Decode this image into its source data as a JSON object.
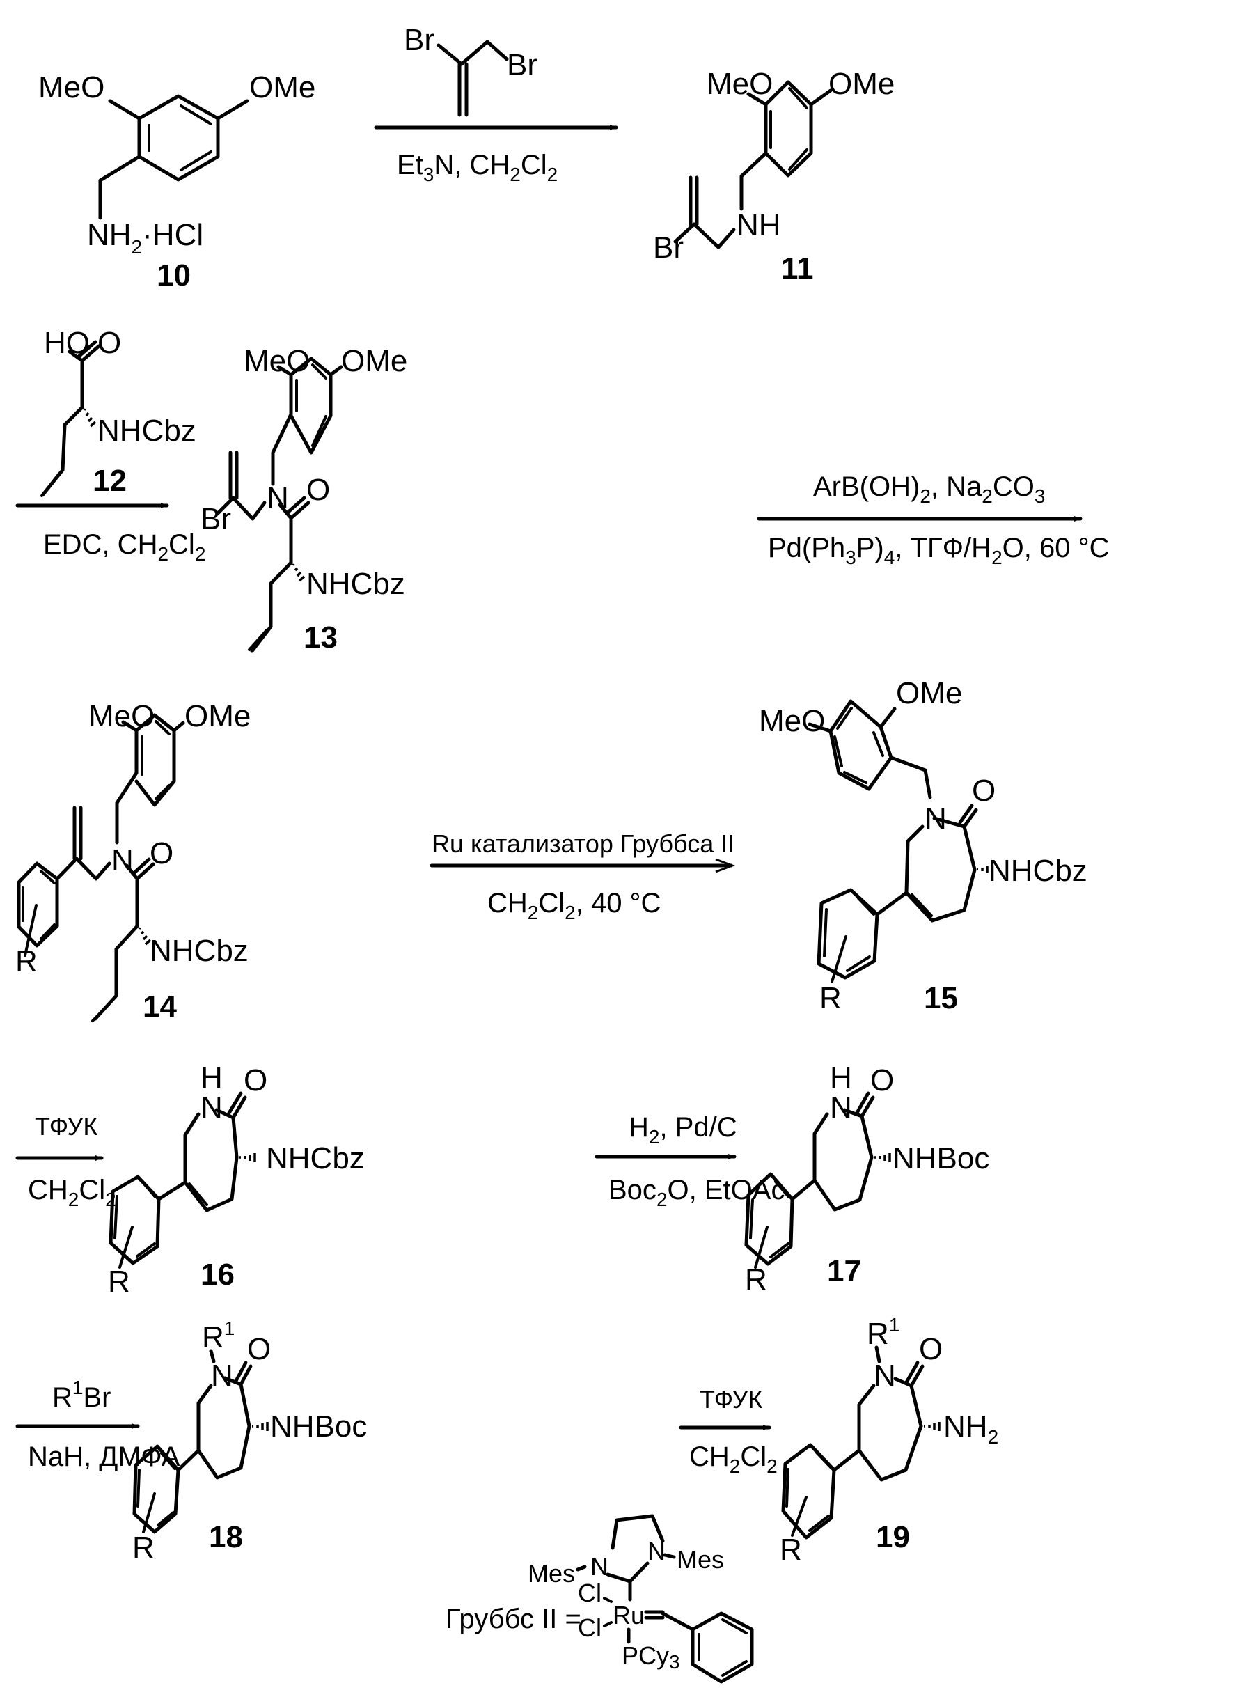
{
  "compounds": {
    "c10": {
      "number": "10",
      "ome_left": "MeO",
      "ome_right": "OMe",
      "amine": "NH",
      "amine_sub": "2",
      "salt": "·HCl"
    },
    "c11": {
      "number": "11",
      "ome_left": "MeO",
      "ome_right": "OMe",
      "nh": "NH",
      "br": "Br"
    },
    "c12": {
      "number": "12",
      "ho": "HO",
      "o": "O",
      "nhcbz": "NHCbz"
    },
    "c13": {
      "number": "13",
      "ome_left": "MeO",
      "ome_right": "OMe",
      "n": "N",
      "o": "O",
      "br": "Br",
      "nhcbz": "NHCbz"
    },
    "c14": {
      "number": "14",
      "ome_left": "MeO",
      "ome_right": "OMe",
      "n": "N",
      "o": "O",
      "r": "R",
      "nhcbz": "NHCbz"
    },
    "c15": {
      "number": "15",
      "ome_left": "MeO",
      "ome_right": "OMe",
      "n": "N",
      "o": "O",
      "r": "R",
      "nhcbz": "NHCbz"
    },
    "c16": {
      "number": "16",
      "h": "H",
      "n": "N",
      "o": "O",
      "r": "R",
      "nhcbz": "NHCbz"
    },
    "c17": {
      "number": "17",
      "h": "H",
      "n": "N",
      "o": "O",
      "r": "R",
      "nhboc": "NHBoc"
    },
    "c18": {
      "number": "18",
      "r1": "R",
      "r1_sup": "1",
      "n": "N",
      "o": "O",
      "r": "R",
      "nhboc": "NHBoc"
    },
    "c19": {
      "number": "19",
      "r1": "R",
      "r1_sup": "1",
      "n": "N",
      "o": "O",
      "r": "R",
      "nh2": "NH",
      "nh2_sub": "2"
    }
  },
  "steps": [
    {
      "id": "step1",
      "reagent_above_br1": "Br",
      "reagent_above_br2": "Br",
      "below_a": "Et",
      "below_sub1": "3",
      "below_b": "N, CH",
      "below_sub2": "2",
      "below_c": "Cl",
      "below_sub3": "2"
    },
    {
      "id": "step2",
      "below_a": "EDC, CH",
      "below_sub1": "2",
      "below_b": "Cl",
      "below_sub2": "2"
    },
    {
      "id": "step3",
      "above_a": "ArB(OH)",
      "above_sub1": "2",
      "above_b": ", Na",
      "above_sub2": "2",
      "above_c": "CO",
      "above_sub3": "3",
      "below_a": "Pd(Ph",
      "below_sub1": "3",
      "below_b": "P)",
      "below_sub2": "4",
      "below_c": ",  ТГФ/H",
      "below_sub3": "2",
      "below_d": "O, 60 °C"
    },
    {
      "id": "step4",
      "above": "Ru катализатор Груббса II",
      "below_a": "CH",
      "below_sub1": "2",
      "below_b": "Cl",
      "below_sub2": "2",
      "below_c": ", 40 °C"
    },
    {
      "id": "step5",
      "above": "ТФУК",
      "below_a": "CH",
      "below_sub1": "2",
      "below_b": "Cl",
      "below_sub2": "2"
    },
    {
      "id": "step6",
      "above_a": "H",
      "above_sub1": "2",
      "above_b": ", Pd/C",
      "below_a": "Boc",
      "below_sub1": "2",
      "below_b": "O, EtOAc"
    },
    {
      "id": "step7",
      "above_a": "R",
      "above_sup1": "1",
      "above_b": "Br",
      "below": "NaH,  ДМФА"
    },
    {
      "id": "step8",
      "above": "ТФУК",
      "below_a": "CH",
      "below_sub1": "2",
      "below_b": "Cl",
      "below_sub2": "2"
    }
  ],
  "grubbs": {
    "label": "Груббс II =",
    "mes_left": "Mes",
    "mes_right": "Mes",
    "n_left": "N",
    "n_right": "N",
    "cl_top": "Cl",
    "cl_bottom": "Cl",
    "ru": "Ru",
    "pcy": "PCy",
    "pcy_sub": "3"
  }
}
